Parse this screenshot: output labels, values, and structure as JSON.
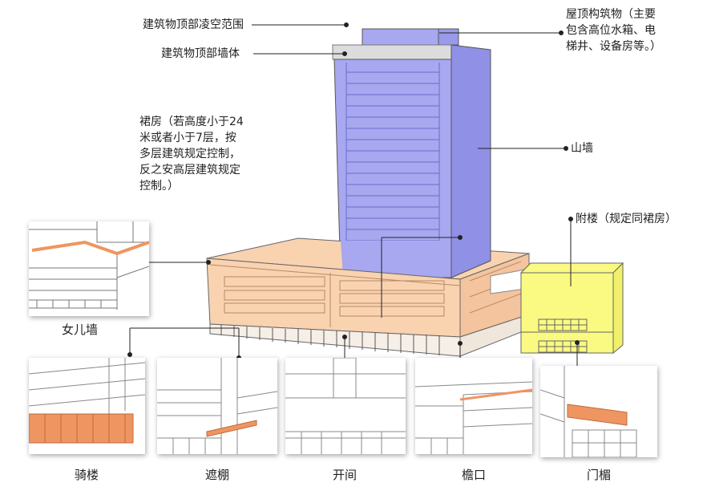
{
  "labels": {
    "roof_range": "建筑物顶部凌空范围",
    "roof_wall": "建筑物顶部墙体",
    "rooftop_structure": [
      "屋顶构筑物（主要",
      "包含高位水箱、电",
      "梯井、设备房等。）"
    ],
    "gable": "山墙",
    "podium": [
      "裙房（若高度小于24",
      "米或者小于7层，按",
      "多层建筑规定控制，",
      "反之安高层建筑规定",
      "控制。）"
    ],
    "annex": "附楼（规定同裙房）"
  },
  "captions": {
    "parapet": "女儿墙",
    "arcade": "骑楼",
    "canopy": "遮棚",
    "bay": "开间",
    "eave": "檐口",
    "lintel": "门楣"
  },
  "colors": {
    "tower": "#a8a8f0",
    "podium": "#f9d2b0",
    "annex": "#fafa82",
    "highlight": "#ef9561",
    "roof_band": "#dcdcdc"
  }
}
